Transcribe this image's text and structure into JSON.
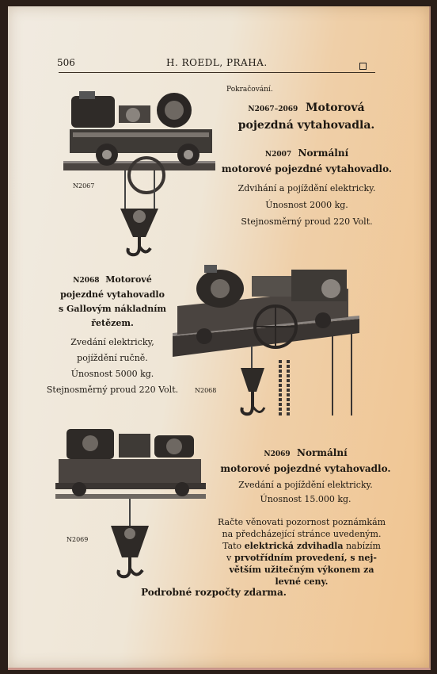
{
  "header": {
    "page_number": "506",
    "publisher": "H. ROEDL, PRAHA."
  },
  "intro": {
    "continued": "Pokračování.",
    "title_number": "N2067–2069",
    "title_line1": "Motorová",
    "title_line2": "pojezdná vytahovadla."
  },
  "item_2067": {
    "figure_label": "N2067",
    "heading_number": "N2007",
    "heading_line1": "Normální",
    "heading_line2": "motorové pojezdné vytahovadlo.",
    "line1": "Zdvihání a pojíždění elektricky.",
    "line2": "Únosnost 2000 kg.",
    "line3": "Stejnosměrný proud 220 Volt."
  },
  "item_2068": {
    "figure_label": "N2068",
    "heading_number": "N2068",
    "heading_line1": "Motorové",
    "heading_line2": "pojezdné vytahovadlo",
    "heading_line3": "s Gallovým nákladním",
    "heading_line4": "řetězem.",
    "line1": "Zvedání elektricky,",
    "line2": "pojíždění ručně.",
    "line3": "Únosnost 5000 kg.",
    "line4": "Stejnosměrný proud 220 Volt."
  },
  "item_2069": {
    "figure_label": "N2069",
    "heading_number": "N2069",
    "heading_line1": "Normální",
    "heading_line2": "motorové pojezdné vytahovadlo.",
    "line1": "Zvedání a pojíždění elektricky.",
    "line2": "Únosnost 15.000 kg."
  },
  "notice": {
    "line1": "Račte věnovati pozornost poznámkám",
    "line2": "na předcházející stránce uvedeným.",
    "line3_a": "Tato",
    "line3_b": "elektrická zdvihadla",
    "line3_c": "nabízím",
    "line4_a": "v",
    "line4_b": "prvotřídním provedení, s nej-",
    "line5": "větším užitečným výkonem za",
    "line6": "levné ceny."
  },
  "footer": {
    "free_estimates": "Podrobné rozpočty zdarma."
  }
}
